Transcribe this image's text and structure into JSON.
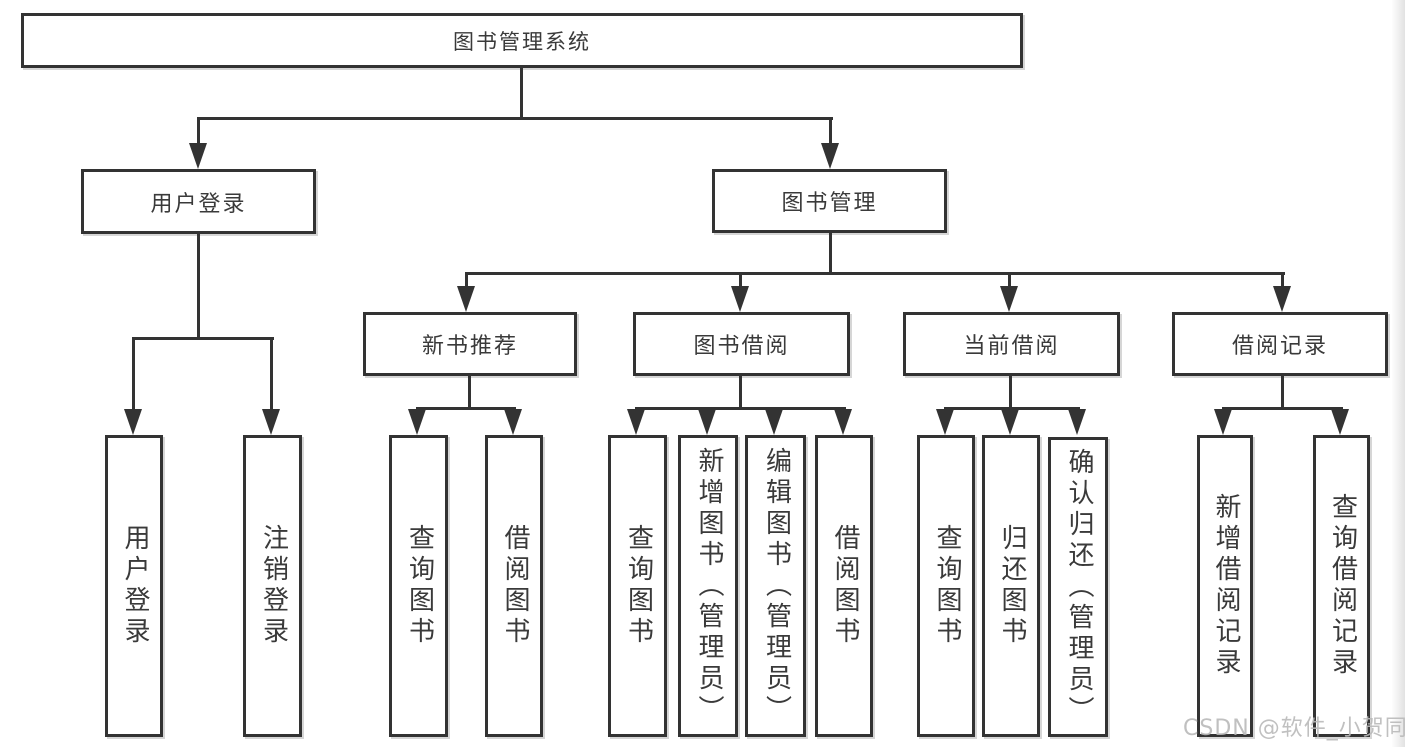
{
  "diagram": {
    "root": {
      "label": "图书管理系统"
    },
    "level2": [
      {
        "label": "用户登录"
      },
      {
        "label": "图书管理"
      }
    ],
    "level3": [
      {
        "label": "新书推荐"
      },
      {
        "label": "图书借阅"
      },
      {
        "label": "当前借阅"
      },
      {
        "label": "借阅记录"
      }
    ],
    "leaves": [
      {
        "label": "用户登录"
      },
      {
        "label": "注销登录"
      },
      {
        "label": "查询图书"
      },
      {
        "label": "借阅图书"
      },
      {
        "label": "查询图书"
      },
      {
        "label": "新增图书（管理员）"
      },
      {
        "label": "编辑图书（管理员）"
      },
      {
        "label": "借阅图书"
      },
      {
        "label": "查询图书"
      },
      {
        "label": "归还图书"
      },
      {
        "label": "确认归还（管理员）"
      },
      {
        "label": "新增借阅记录"
      },
      {
        "label": "查询借阅记录"
      }
    ]
  },
  "watermark": "CSDN @软件_小贺同学",
  "colors": {
    "line": "#333333",
    "box_border": "#333333",
    "background": "#ffffff",
    "watermark": "#b9b9b9"
  }
}
